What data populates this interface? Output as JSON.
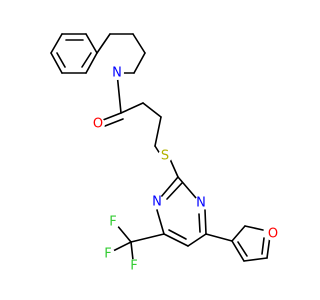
{
  "molecule": {
    "atoms": [
      {
        "id": "N1",
        "symbol": "N",
        "color": "#0000ff"
      },
      {
        "id": "O1",
        "symbol": "O",
        "color": "#ff0000"
      },
      {
        "id": "S1",
        "symbol": "S",
        "color": "#b2b200"
      },
      {
        "id": "N2",
        "symbol": "N",
        "color": "#0000ff"
      },
      {
        "id": "N3",
        "symbol": "N",
        "color": "#0000ff"
      },
      {
        "id": "O2",
        "symbol": "O",
        "color": "#ff0000"
      },
      {
        "id": "F1",
        "symbol": "F",
        "color": "#33cc33"
      },
      {
        "id": "F2",
        "symbol": "F",
        "color": "#33cc33"
      },
      {
        "id": "F3",
        "symbol": "F",
        "color": "#33cc33"
      }
    ]
  }
}
